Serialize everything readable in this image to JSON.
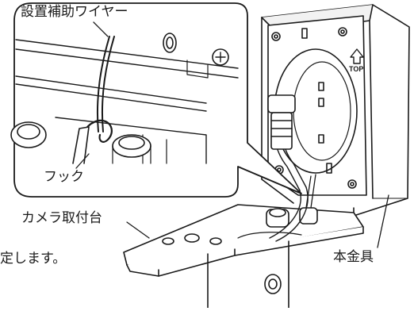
{
  "labels": {
    "wire": "設置補助ワイヤー",
    "hook": "フック",
    "camera_base": "カメラ取付台",
    "main_bracket": "本金具",
    "cut_text": "定します。"
  },
  "icons": {
    "top_arrow": "up-arrow-icon",
    "top_mark": "TOP"
  },
  "colors": {
    "line": "#1a1a1a",
    "fill": "#ffffff",
    "shade": "#dcdcdc"
  }
}
